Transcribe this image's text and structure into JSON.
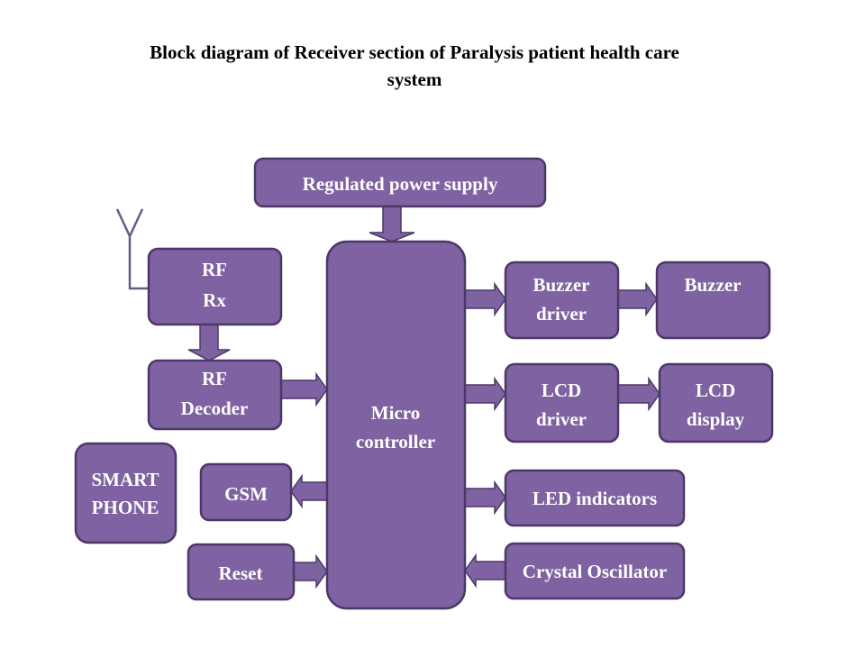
{
  "title": {
    "line1": "Block diagram of Receiver section of Paralysis patient health care",
    "line2": "system"
  },
  "colors": {
    "block_fill": "#7e62a1",
    "block_stroke": "#4c3868",
    "text": "#ffffff"
  },
  "blocks": {
    "power": [
      "Regulated power supply"
    ],
    "rfrx": [
      "RF",
      "Rx"
    ],
    "rfdec": [
      "RF",
      "Decoder"
    ],
    "mcu": [
      "Micro",
      "controller"
    ],
    "smart": [
      "SMART",
      "PHONE"
    ],
    "gsm": [
      "GSM"
    ],
    "reset": [
      "Reset"
    ],
    "buzdrv": [
      "Buzzer",
      "driver"
    ],
    "buzzer": [
      "Buzzer"
    ],
    "lcddrv": [
      "LCD",
      "driver"
    ],
    "lcddisp": [
      "LCD",
      "display"
    ],
    "led": [
      "LED indicators"
    ],
    "crystal": [
      "Crystal Oscillator"
    ]
  },
  "connections": [
    {
      "from": "power",
      "to": "mcu"
    },
    {
      "from": "antenna",
      "to": "rfrx"
    },
    {
      "from": "rfrx",
      "to": "rfdec"
    },
    {
      "from": "rfdec",
      "to": "mcu"
    },
    {
      "from": "mcu",
      "to": "gsm"
    },
    {
      "from": "reset",
      "to": "mcu"
    },
    {
      "from": "mcu",
      "to": "buzdrv"
    },
    {
      "from": "buzdrv",
      "to": "buzzer"
    },
    {
      "from": "mcu",
      "to": "lcddrv"
    },
    {
      "from": "lcddrv",
      "to": "lcddisp"
    },
    {
      "from": "mcu",
      "to": "led"
    },
    {
      "from": "crystal",
      "to": "mcu"
    }
  ]
}
